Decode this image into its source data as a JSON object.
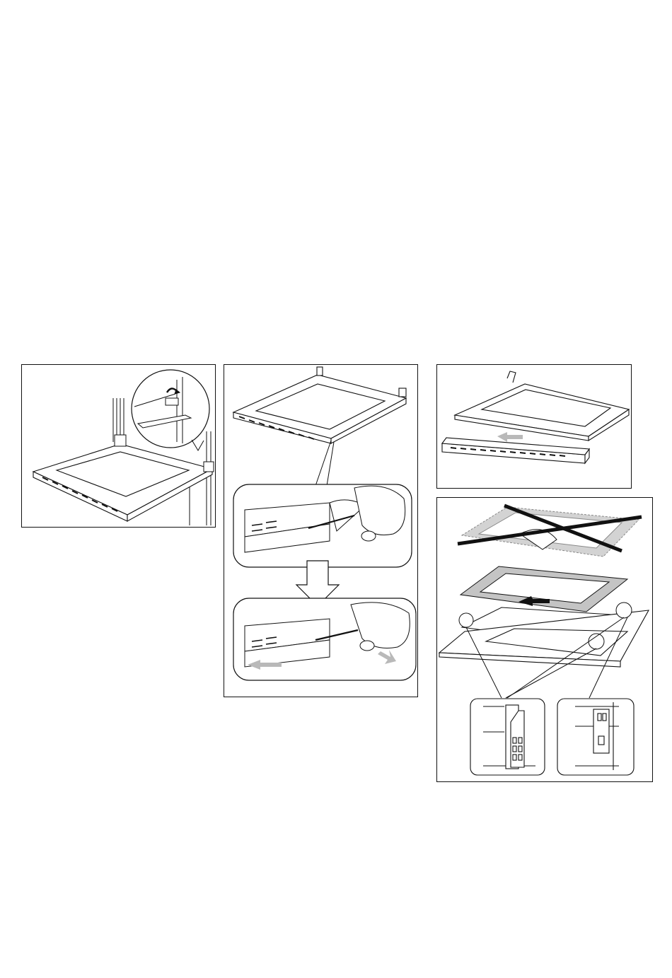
{
  "page": {
    "background": "#ffffff",
    "line_color": "#111111",
    "tint_color": "#b9b9b9"
  },
  "figures": [
    {
      "name": "figure-1",
      "illustration": "oven-door-open-hinge-lever"
    },
    {
      "name": "figure-2",
      "illustration": "screwdriver-remove-door-trim"
    },
    {
      "name": "figure-3",
      "illustration": "remove-vent-strip"
    },
    {
      "name": "figure-4",
      "illustration": "glass-panel-removal-and-clips"
    }
  ]
}
